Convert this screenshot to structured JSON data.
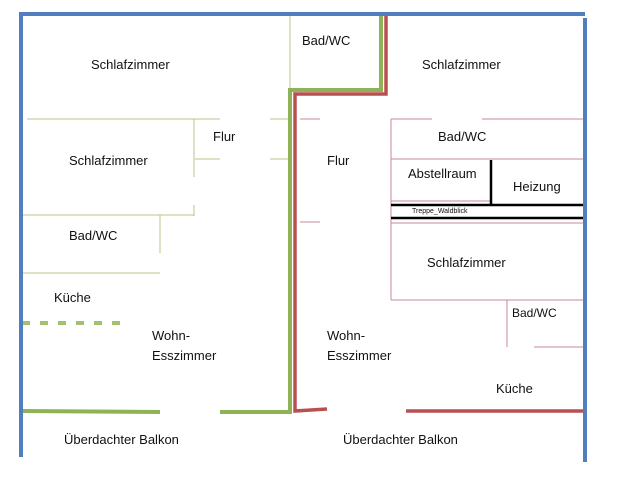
{
  "colors": {
    "outer_wall": "#4f7fbf",
    "left_unit": "#8fb158",
    "right_unit": "#b85050",
    "left_inner": "#b8c48a",
    "right_inner": "#c98a96",
    "stair": "#000000"
  },
  "left_unit": {
    "bedroom_top": "Schlafzimmer",
    "hall": "Flur",
    "bedroom_mid": "Schlafzimmer",
    "bathroom": "Bad/WC",
    "kitchen": "Küche",
    "living_line1": "Wohn-",
    "living_line2": "Esszimmer",
    "balcony": "Überdachter Balkon"
  },
  "shared": {
    "bathroom_top": "Bad/WC"
  },
  "right_unit": {
    "bedroom_top": "Schlafzimmer",
    "hall": "Flur",
    "bathroom": "Bad/WC",
    "storage": "Abstellraum",
    "heating": "Heizung",
    "stairs": "Treppe_Waldblick",
    "bedroom_mid": "Schlafzimmer",
    "bathroom_small": "Bad/WC",
    "living_line1": "Wohn-",
    "living_line2": "Esszimmer",
    "kitchen": "Küche",
    "balcony": "Überdachter Balkon"
  }
}
